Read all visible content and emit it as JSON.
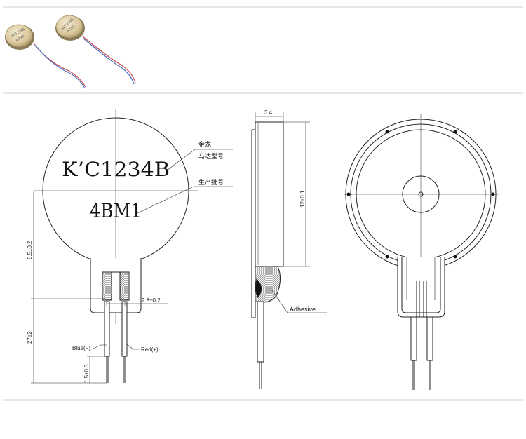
{
  "photo": {
    "motor_label_lines": [
      "KC1234B",
      "4.1V2"
    ]
  },
  "front_view": {
    "model_text": "K’C1234B",
    "batch_text": "4BM1",
    "callout_model": [
      "金龙",
      "马达型号"
    ],
    "callout_batch": "生产批号",
    "dim_height": "8.5±0.2",
    "dim_pad": "2.8±0.2",
    "dim_lead": "27±2",
    "dim_strip": "1.5±0.3",
    "wire_blue": "Blue(−)",
    "wire_red": "Red(+)"
  },
  "side_view": {
    "dim_thickness": "3.4",
    "dim_diameter": "12±0.1",
    "adhesive_label": "Adhesive"
  },
  "colors": {
    "line": "#222222",
    "band": "#e6e6e6",
    "motor_metal": "#d9c79a",
    "wire_red": "#d23b3b",
    "wire_blue": "#3a6fd0"
  }
}
